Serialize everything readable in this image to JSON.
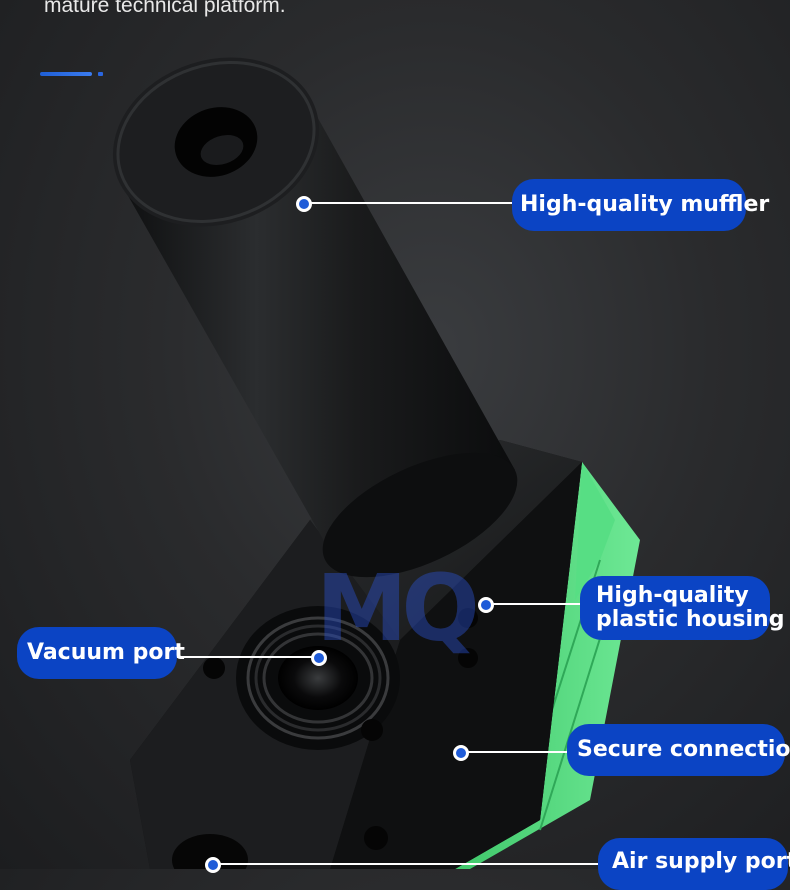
{
  "intro": {
    "text": "mature technical platform."
  },
  "watermark": {
    "text": "MQ"
  },
  "callouts": {
    "muffler": {
      "label": "High-quality muffler"
    },
    "housing": {
      "line1": "High-quality",
      "line2": "plastic housing"
    },
    "vacuum": {
      "label": "Vacuum port"
    },
    "secure": {
      "label": "Secure connection"
    },
    "air": {
      "label": "Air supply port"
    }
  },
  "colors": {
    "accent": "#0b44c4",
    "housing_green": "#4fd67a",
    "body_black": "#151617"
  }
}
